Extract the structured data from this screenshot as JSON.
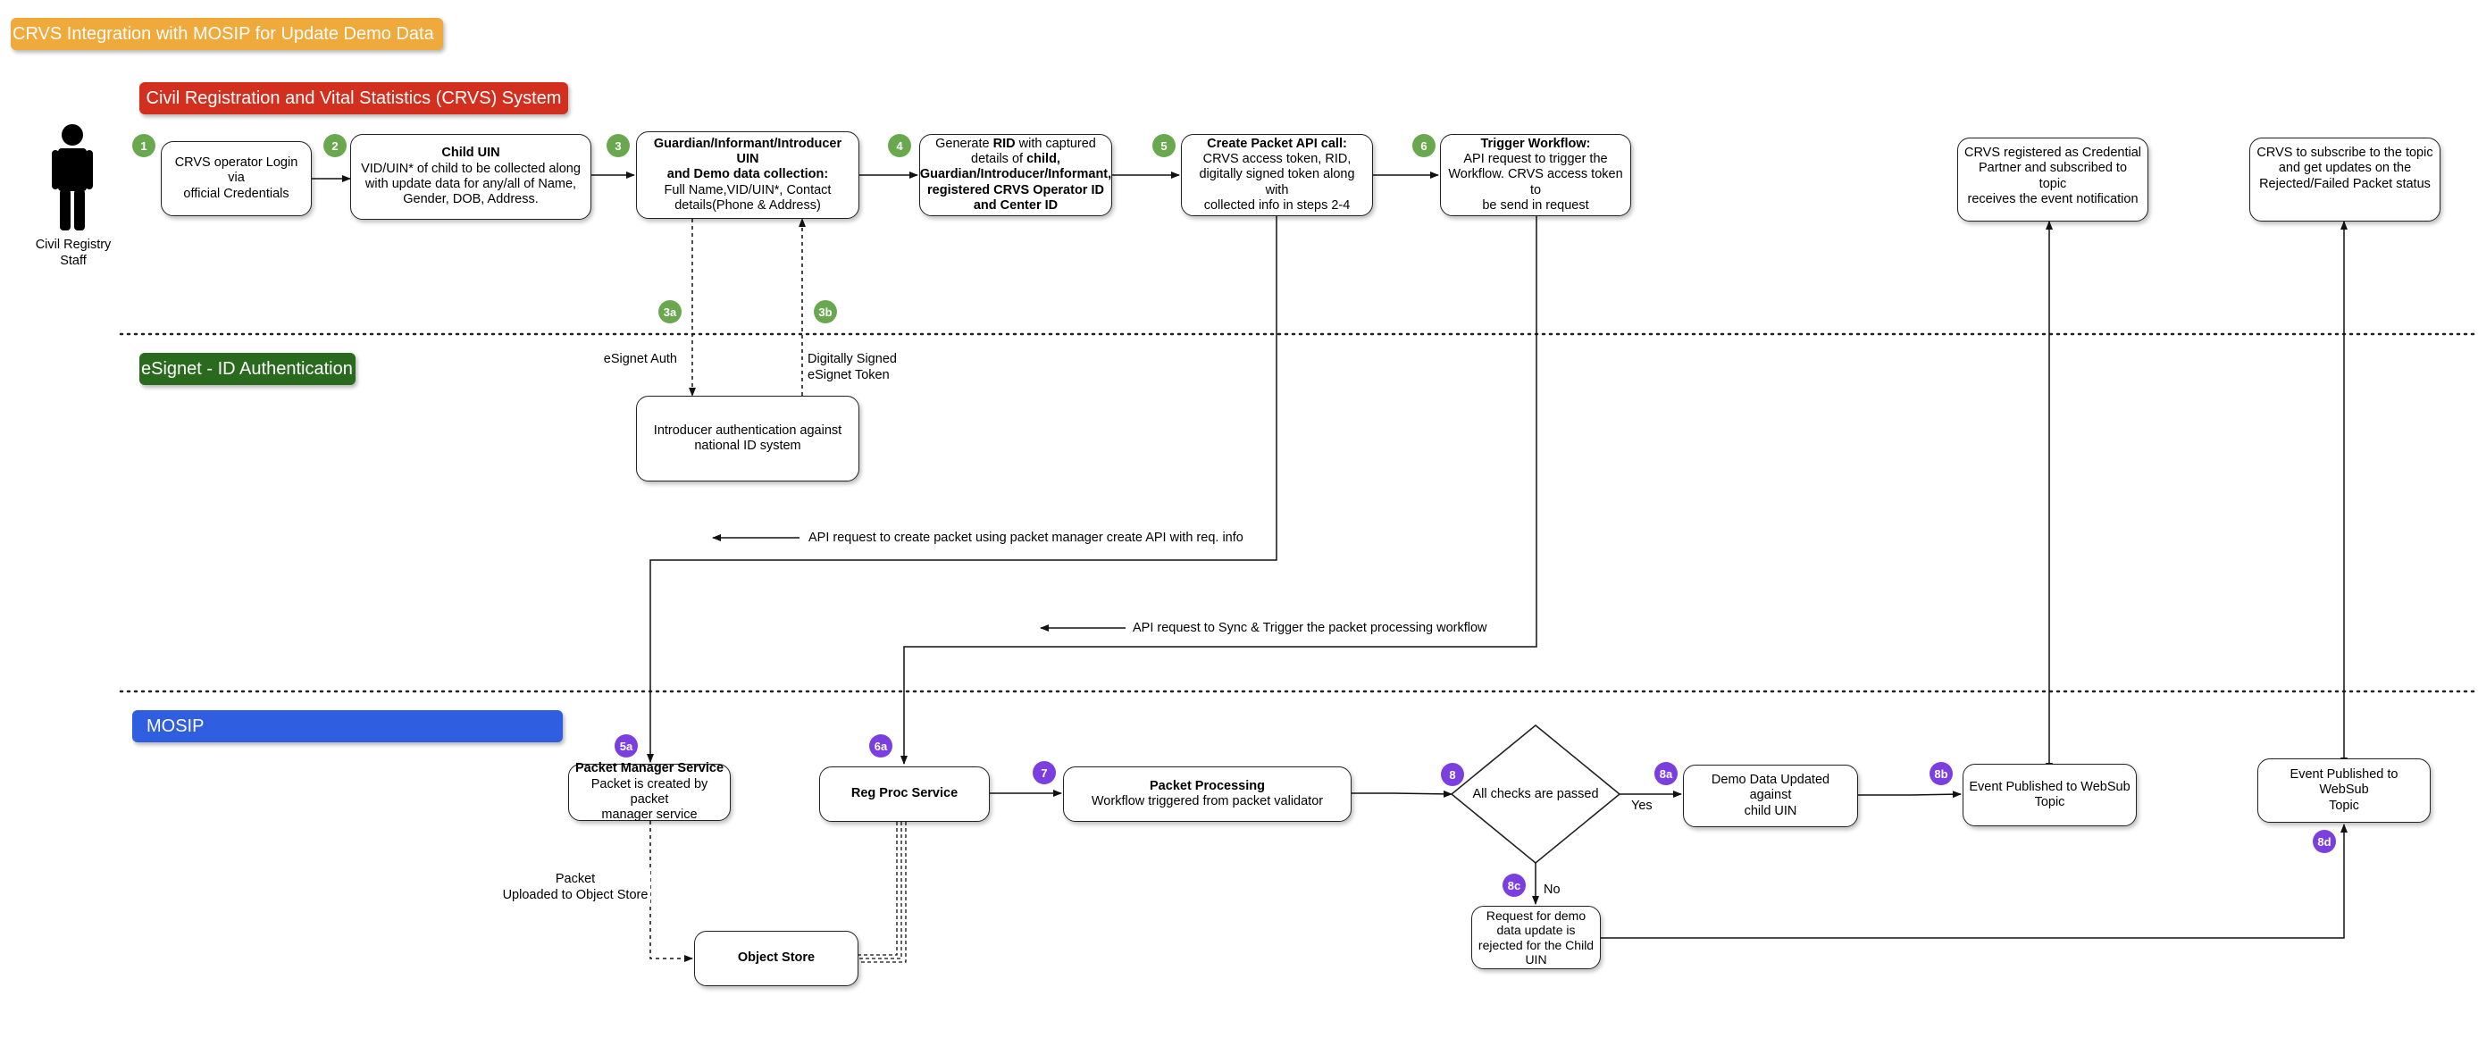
{
  "title": "CRVS Integration with MOSIP for Update Demo Data",
  "colors": {
    "title_bg": "#f0a93b",
    "crvs_bg": "#d32f1f",
    "esignet_bg": "#2a6a1e",
    "mosip_bg": "#2f5fe0",
    "badge_green": "#6aa84f",
    "badge_purple": "#7b3fe0"
  },
  "lanes": {
    "crvs": "Civil Registration and Vital Statistics (CRVS) System",
    "esignet": "eSignet - ID Authentication",
    "mosip": "MOSIP"
  },
  "actor": {
    "icon": "person-icon",
    "label_line1": "Civil Registry",
    "label_line2": "Staff"
  },
  "boxes": {
    "b1": {
      "line1": "CRVS operator Login via",
      "line2": "official Credentials"
    },
    "b2": {
      "title": "Child UIN",
      "line1": "VID/UIN* of child to be collected along",
      "line2": "with update data for any/all of Name,",
      "line3": "Gender, DOB, Address."
    },
    "b3": {
      "title1": "Guardian/Informant/Introducer UIN",
      "title2": "and Demo data collection:",
      "line1": "Full Name,VID/UIN*, Contact",
      "line2": "details(Phone & Address)"
    },
    "b4": {
      "pre": "Generate ",
      "rid": "RID",
      "post": " with captured",
      "line2_pre": "details of ",
      "line2_bold": "child,",
      "line3": "Guardian/Introducer/Informant,",
      "line4": "registered CRVS Operator ID",
      "line5": "and Center ID"
    },
    "b5": {
      "title": "Create Packet API call:",
      "line1": "CRVS access token, RID,",
      "line2": "digitally signed token along with",
      "line3": "collected info in steps 2-4"
    },
    "b6": {
      "title": "Trigger Workflow:",
      "line1": "API request to trigger the",
      "line2": "Workflow. CRVS access token to",
      "line3": "be send in request"
    },
    "b_partner": {
      "line1": "CRVS registered as Credential",
      "line2": "Partner and subscribed to topic",
      "line3": "receives the event notification"
    },
    "b_subscribe": {
      "line1": "CRVS to subscribe to the topic",
      "line2": "and get updates on the",
      "line3": "Rejected/Failed Packet status"
    },
    "b_intro": {
      "line1": "Introducer authentication against",
      "line2": "national ID system"
    },
    "b_pms": {
      "title": "Packet Manager Service",
      "line1": "Packet is created by packet",
      "line2": "manager service"
    },
    "b_regproc": {
      "title": "Reg Proc Service"
    },
    "b_proc": {
      "title": "Packet Processing",
      "line1": "Workflow triggered from packet validator"
    },
    "b_checks": {
      "line1": "All checks are passed"
    },
    "b_demo": {
      "line1": "Demo Data Updated against",
      "line2": "child UIN"
    },
    "b_event1": {
      "line1": "Event Published to WebSub",
      "line2": "Topic"
    },
    "b_event2": {
      "line1": "Event Published to WebSub",
      "line2": "Topic"
    },
    "b_reject": {
      "line1": "Request for demo",
      "line2": "data update is",
      "line3": "rejected for the Child",
      "line4": "UIN"
    },
    "b_store": {
      "title": "Object Store"
    }
  },
  "badges": {
    "s1": "1",
    "s2": "2",
    "s3": "3",
    "s4": "4",
    "s5": "5",
    "s6": "6",
    "s3a": "3a",
    "s3b": "3b",
    "s5a": "5a",
    "s6a": "6a",
    "s7": "7",
    "s8": "8",
    "s8a": "8a",
    "s8b": "8b",
    "s8c": "8c",
    "s8d": "8d"
  },
  "notes": {
    "esignet_auth": "eSignet Auth",
    "signed_token_line1": "Digitally Signed",
    "signed_token_line2": "eSignet Token",
    "api_create": "API request to create packet using packet manager create API with req. info",
    "api_sync": "API request to Sync & Trigger the packet processing workflow",
    "packet_line1": "Packet",
    "packet_line2": "Uploaded to Object Store",
    "yes": "Yes",
    "no": "No"
  }
}
